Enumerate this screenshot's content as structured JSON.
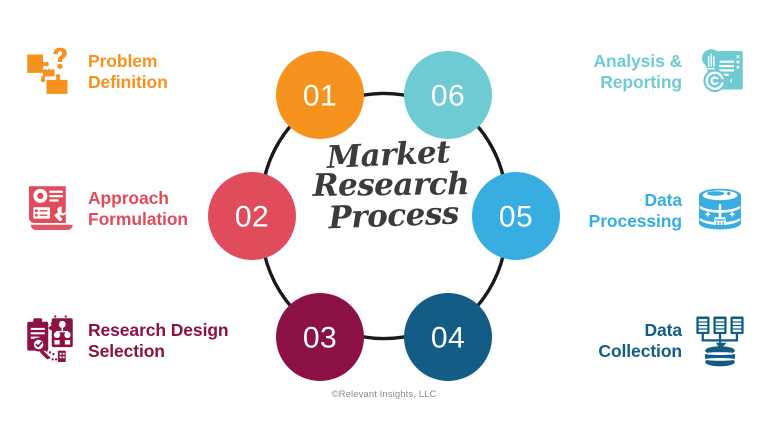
{
  "diagram": {
    "center_title_lines": [
      "Market",
      "Research",
      "Process"
    ],
    "center_title_text": "Market Research Process",
    "copyright": "©Relevant Insights, LLC",
    "ring_color": "#1a1a1a",
    "steps": [
      {
        "number": "01",
        "label": "Problem\nDefinition",
        "color": "#F6921E",
        "icon": "puzzle-question-icon",
        "side": "left"
      },
      {
        "number": "02",
        "label": "Approach\nFormulation",
        "color": "#E04C5B",
        "icon": "document-gear-wrench-icon",
        "side": "left"
      },
      {
        "number": "03",
        "label": "Research Design\nSelection",
        "color": "#8C1145",
        "icon": "clipboard-flowchart-icon",
        "side": "left"
      },
      {
        "number": "04",
        "label": "Data\nCollection",
        "color": "#125C85",
        "icon": "servers-database-icon",
        "side": "right"
      },
      {
        "number": "05",
        "label": "Data\nProcessing",
        "color": "#37ADE2",
        "icon": "database-brush-icon",
        "side": "right"
      },
      {
        "number": "06",
        "label": "Analysis &\nReporting",
        "color": "#6FCBD3",
        "icon": "lightbulb-report-target-icon",
        "side": "right"
      }
    ]
  }
}
